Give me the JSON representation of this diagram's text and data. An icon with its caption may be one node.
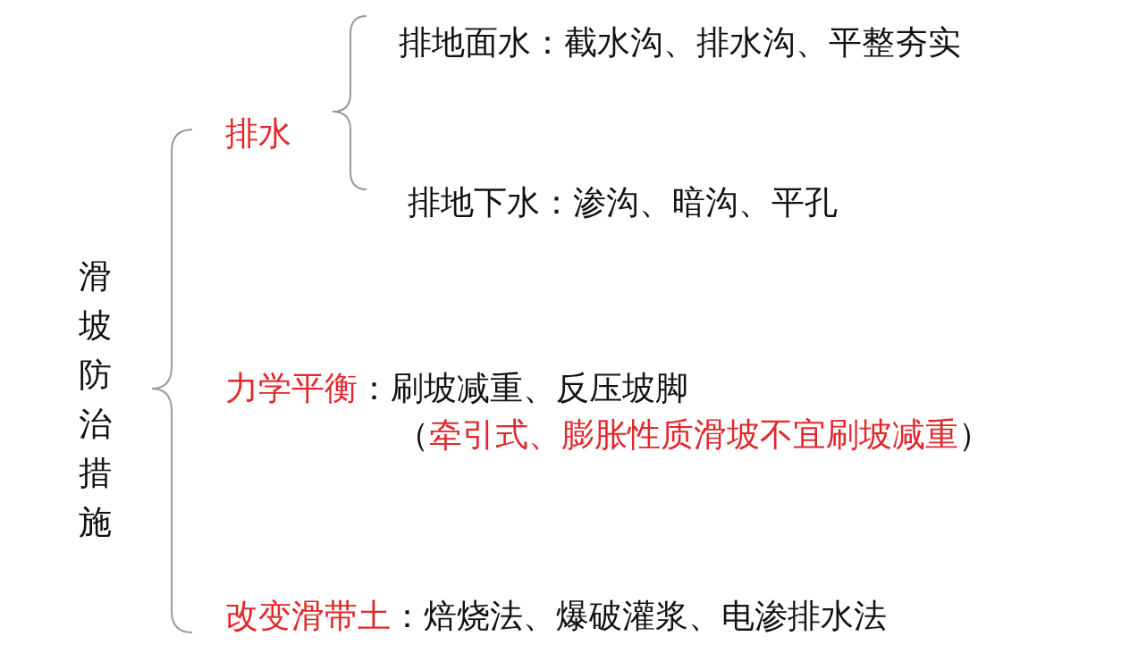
{
  "diagram": {
    "labels": [
      "排地面水：截水沟、排水沟、平整夯实",
      "排水",
      "排地下水：渗沟、暗沟、平孔",
      "滑坡防治措施",
      "力学平衡",
      "：刷坡减重、反压坡脚",
      "（",
      "牵引式、膨胀性质滑坡不宜刷坡减重",
      "）",
      "改变滑带土",
      "：焙烧法、爆破灌浆、电渗排水法"
    ]
  }
}
